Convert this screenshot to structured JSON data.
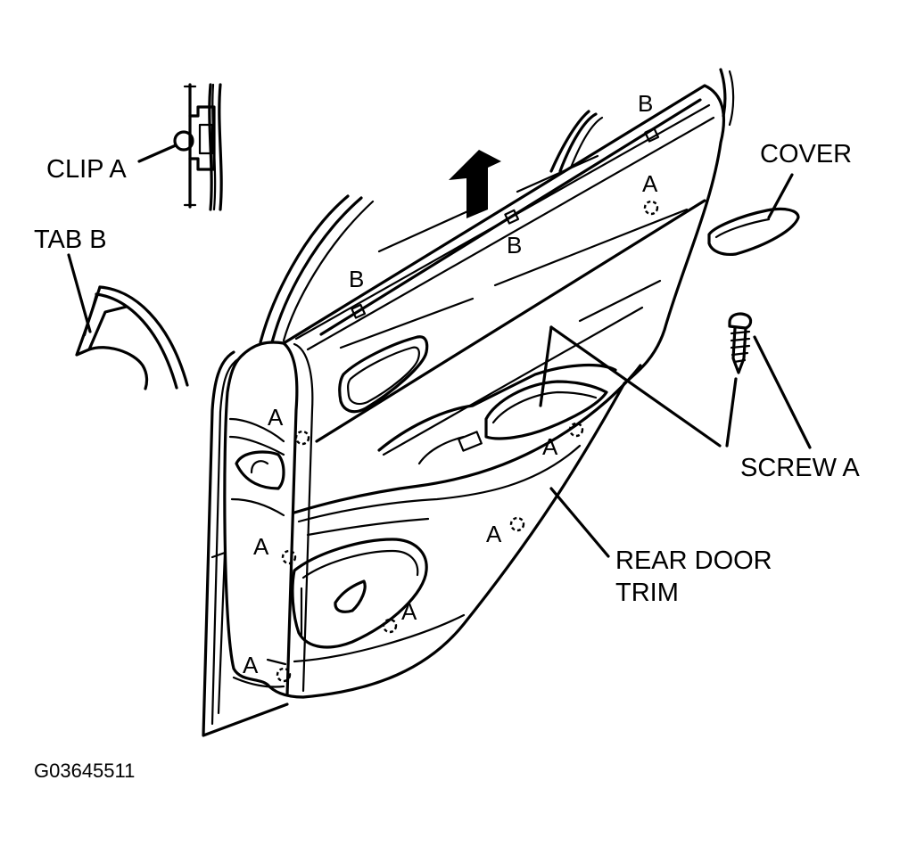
{
  "labels": {
    "clip_a": "CLIP A",
    "tab_b": "TAB B",
    "cover": "COVER",
    "screw_a": "SCREW A",
    "rear_door_trim_line1": "REAR DOOR",
    "rear_door_trim_line2": "TRIM"
  },
  "markers": {
    "a": "A",
    "b": "B"
  },
  "figure_code": "G03645511",
  "colors": {
    "ink": "#000000",
    "background": "#ffffff"
  }
}
